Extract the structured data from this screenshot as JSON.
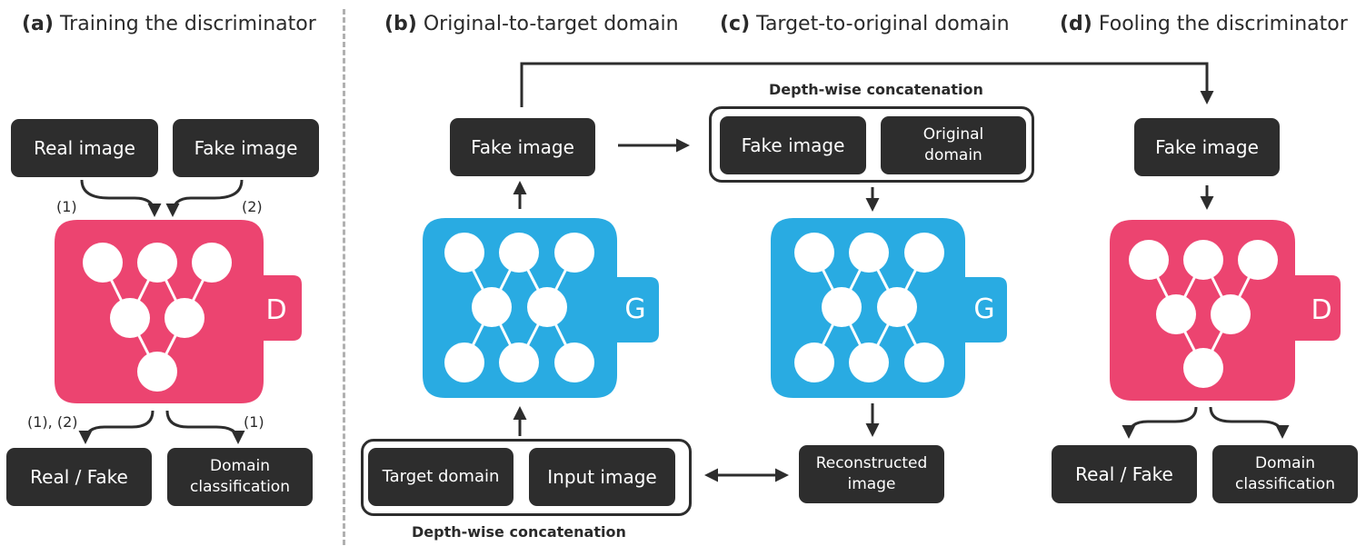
{
  "panels": {
    "a": {
      "tag": "(a)",
      "title": "Training the discriminator"
    },
    "b": {
      "tag": "(b)",
      "title": "Original-to-target domain"
    },
    "c": {
      "tag": "(c)",
      "title": "Target-to-original domain"
    },
    "d": {
      "tag": "(d)",
      "title": "Fooling the discriminator"
    }
  },
  "boxes": {
    "real_image": "Real image",
    "fake_image": "Fake image",
    "real_fake": "Real / Fake",
    "domain_classification_line1": "Domain",
    "domain_classification_line2": "classification",
    "target_domain": "Target domain",
    "input_image": "Input image",
    "original_domain_line1": "Original",
    "original_domain_line2": "domain",
    "reconstructed_line1": "Reconstructed",
    "reconstructed_line2": "image"
  },
  "labels": {
    "depthwise": "Depth-wise concatenation",
    "step1": "(1)",
    "step2": "(2)",
    "step12": "(1), (2)"
  },
  "networks": {
    "discriminator": {
      "letter": "D",
      "color": "#ec4470"
    },
    "generator": {
      "letter": "G",
      "color": "#29abe2"
    }
  },
  "colors": {
    "box": "#2d2d2d",
    "arrow": "#2d2d2d",
    "node": "#ffffff"
  }
}
